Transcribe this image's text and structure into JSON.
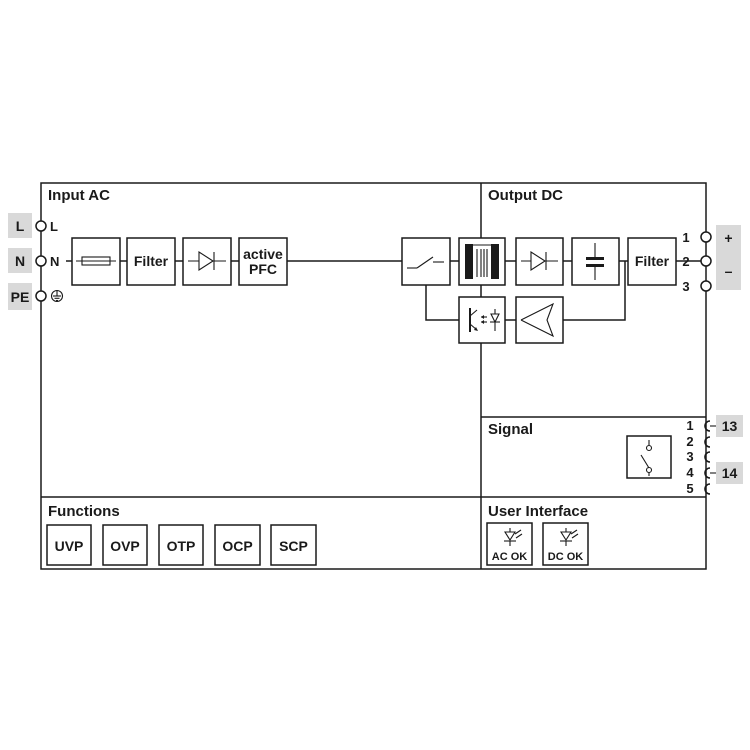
{
  "sections": {
    "input": "Input AC",
    "output": "Output DC",
    "signal": "Signal",
    "functions": "Functions",
    "user_interface": "User Interface"
  },
  "input_terminals": [
    {
      "tag": "L",
      "label": "L"
    },
    {
      "tag": "N",
      "label": "N"
    },
    {
      "tag": "PE",
      "label": ""
    }
  ],
  "blocks": {
    "filter_in": "Filter",
    "pfc_line1": "active",
    "pfc_line2": "PFC",
    "filter_out": "Filter"
  },
  "output_terminals": [
    {
      "num": "1",
      "tag": "+"
    },
    {
      "num": "2",
      "tag": "–"
    },
    {
      "num": "3",
      "tag": ""
    }
  ],
  "signal_pins": [
    "1",
    "2",
    "3",
    "4",
    "5"
  ],
  "signal_tags": [
    "13",
    "14"
  ],
  "functions": [
    "UVP",
    "OVP",
    "OTP",
    "OCP",
    "SCP"
  ],
  "leds": [
    "AC OK",
    "DC OK"
  ],
  "colors": {
    "line": "#1a1a1a",
    "tag_bg": "#d9d9d9"
  }
}
